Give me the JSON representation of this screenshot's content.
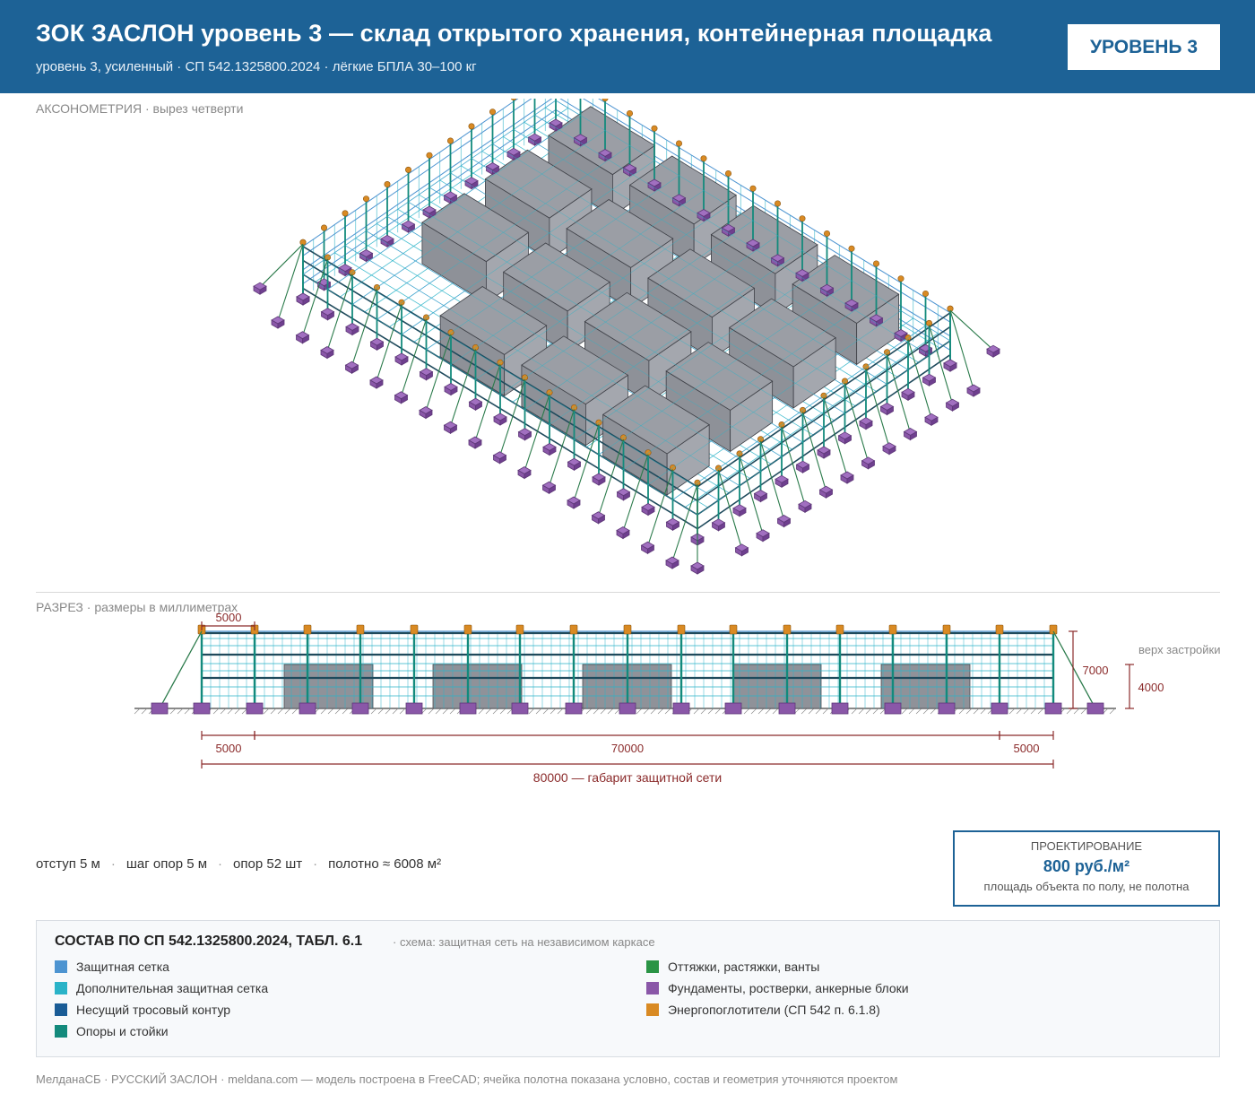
{
  "header": {
    "title": "ЗОК ЗАСЛОН уровень 3 — склад открытого хранения, контейнерная площадка",
    "subtitle": "уровень 3, усиленный · СП 542.1325800.2024 · лёгкие БПЛА 30–100 кг",
    "level_badge": "УРОВЕНЬ 3"
  },
  "axon": {
    "label": "АКСОНОМЕТРИЯ",
    "label_note": "· вырез четверти"
  },
  "section": {
    "label": "РАЗРЕЗ",
    "label_note": "· размеры в миллиметрах",
    "dim_top": "5000",
    "dim_left": "5000",
    "dim_middle": "70000",
    "dim_right": "5000",
    "dim_total": "80000 — габарит защитной сети",
    "height_total": "7000",
    "height_build": "4000",
    "top_label": "верх застройки"
  },
  "stats": {
    "items": [
      "отступ 5 м",
      "шаг опор 5 м",
      "опор 52 шт",
      "полотно ≈ 6008 м²"
    ]
  },
  "price": {
    "title": "ПРОЕКТИРОВАНИЕ",
    "value": "800 руб./м²",
    "note": "площадь объекта по полу, не полотна"
  },
  "legend": {
    "title": "СОСТАВ ПО СП 542.1325800.2024, ТАБЛ. 6.1",
    "scheme": "· схема: защитная сеть на независимом каркасе",
    "items": [
      {
        "label": "Защитная сетка",
        "color": "#4d94d1"
      },
      {
        "label": "Дополнительная защитная сетка",
        "color": "#2ab3c8"
      },
      {
        "label": "Несущий тросовый контур",
        "color": "#1a5c96"
      },
      {
        "label": "Опоры и стойки",
        "color": "#138a7c"
      },
      {
        "label": "Оттяжки, растяжки, ванты",
        "color": "#2a9445"
      },
      {
        "label": "Фундаменты, ростверки, анкерные блоки",
        "color": "#8a57a8"
      },
      {
        "label": "Энергопоглотители (СП 542 п. 6.1.8)",
        "color": "#d98a23"
      }
    ]
  },
  "footer": "МелданаСБ · РУССКИЙ ЗАСЛОН · meldana.com — модель построена в FreeCAD; ячейка полотна показана условно, состав и геометрия уточняются проектом"
}
